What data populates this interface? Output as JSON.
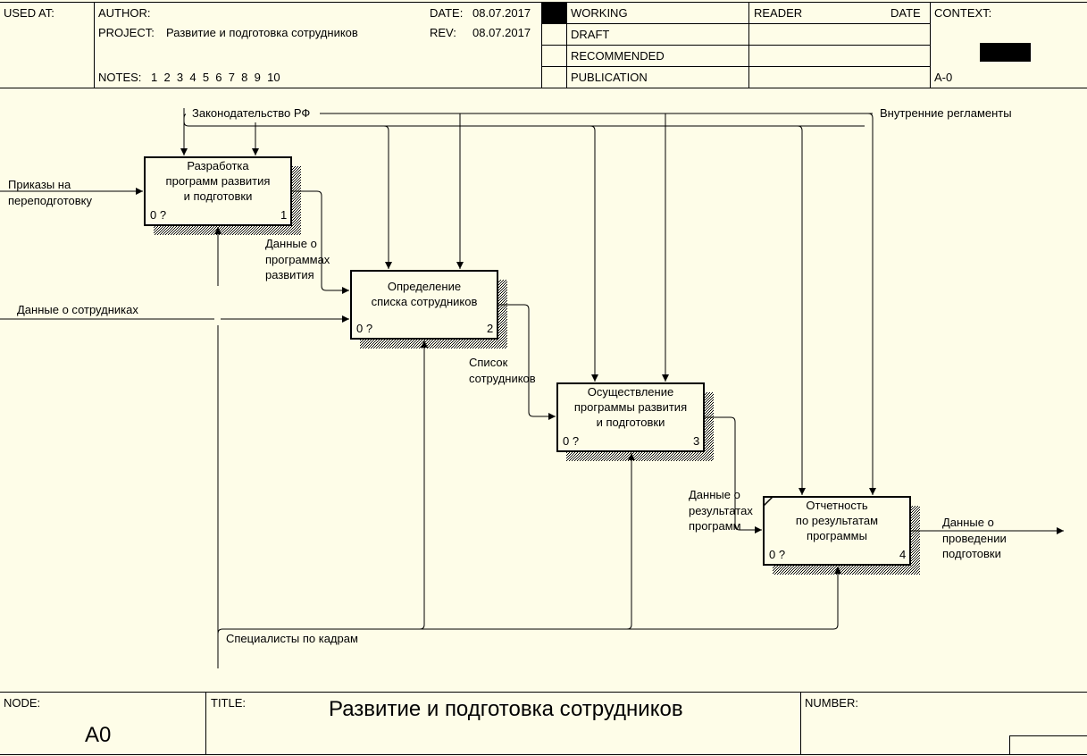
{
  "header": {
    "used_at_label": "USED AT:",
    "author_label": "AUTHOR:",
    "project_label": "PROJECT:",
    "project_value": "Развитие и подготовка сотрудников",
    "date_label": "DATE:",
    "date_value": "08.07.2017",
    "rev_label": "REV:",
    "rev_value": "08.07.2017",
    "notes_label": "NOTES:",
    "notes_values": "1  2  3  4  5  6  7  8  9  10",
    "status": [
      "WORKING",
      "DRAFT",
      "RECOMMENDED",
      "PUBLICATION"
    ],
    "reader_label": "READER",
    "reader_date_label": "DATE",
    "context_label": "CONTEXT:",
    "context_node": "A-0"
  },
  "boxes": [
    {
      "id": "1",
      "title": "Разработка\nпрограмм развития\nи подготовки",
      "cost": "0 ?",
      "number": "1"
    },
    {
      "id": "2",
      "title": "Определение\nсписка сотрудников",
      "cost": "0 ?",
      "number": "2"
    },
    {
      "id": "3",
      "title": "Осуществление\nпрограммы развития\nи подготовки",
      "cost": "0 ?",
      "number": "3"
    },
    {
      "id": "4",
      "title": "Отчетность\nпо результатам\nпрограммы",
      "cost": "0 ?",
      "number": "4"
    }
  ],
  "arrows": {
    "law": "Законодательство РФ",
    "regulations": "Внутренние регламенты",
    "orders": "Приказы на\nпереподготовку",
    "employee_data": "Данные о сотрудниках",
    "program_data": "Данные о\nпрограммах\nразвития",
    "employee_list": "Список\nсотрудников",
    "results_data": "Данные о\nрезультатах\nпрограмм",
    "training_output": "Данные о\nпроведении\nподготовки",
    "hr_specialists": "Специалисты по кадрам"
  },
  "footer": {
    "node_label": "NODE:",
    "node_value": "A0",
    "title_label": "TITLE:",
    "title_value": "Развитие и подготовка сотрудников",
    "number_label": "NUMBER:"
  }
}
